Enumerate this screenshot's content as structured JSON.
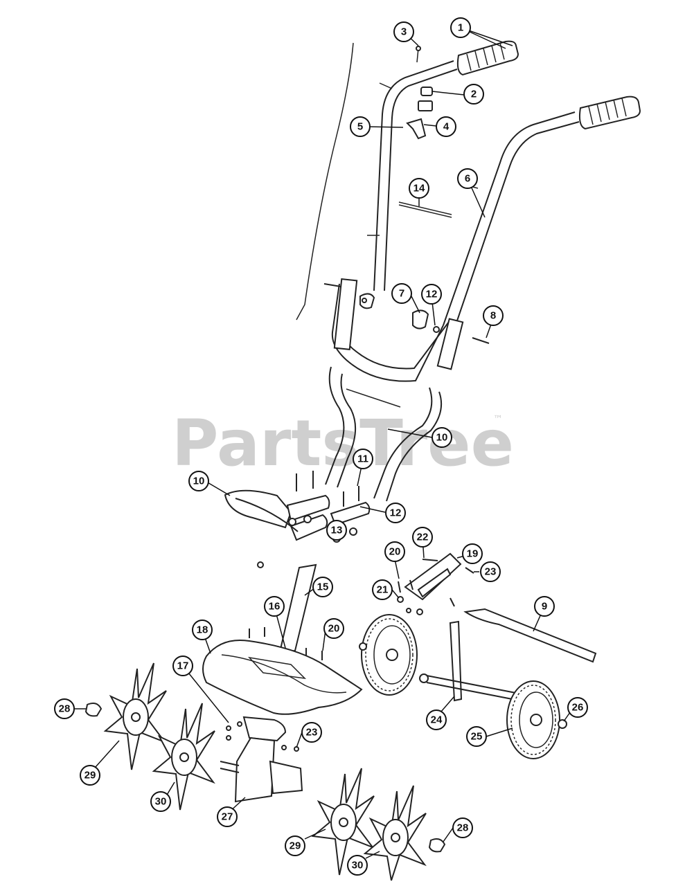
{
  "watermark": {
    "text": "PartsTree",
    "tm": "™"
  },
  "callouts": [
    {
      "id": "c1",
      "label": "1"
    },
    {
      "id": "c2",
      "label": "2"
    },
    {
      "id": "c3",
      "label": "3"
    },
    {
      "id": "c4",
      "label": "4"
    },
    {
      "id": "c5",
      "label": "5"
    },
    {
      "id": "c6",
      "label": "6"
    },
    {
      "id": "c7",
      "label": "7"
    },
    {
      "id": "c8",
      "label": "8"
    },
    {
      "id": "c9",
      "label": "9"
    },
    {
      "id": "c10a",
      "label": "10"
    },
    {
      "id": "c10b",
      "label": "10"
    },
    {
      "id": "c11",
      "label": "11"
    },
    {
      "id": "c12a",
      "label": "12"
    },
    {
      "id": "c12b",
      "label": "12"
    },
    {
      "id": "c13",
      "label": "13"
    },
    {
      "id": "c14",
      "label": "14"
    },
    {
      "id": "c15",
      "label": "15"
    },
    {
      "id": "c16",
      "label": "16"
    },
    {
      "id": "c17",
      "label": "17"
    },
    {
      "id": "c18",
      "label": "18"
    },
    {
      "id": "c19",
      "label": "19"
    },
    {
      "id": "c20a",
      "label": "20"
    },
    {
      "id": "c20b",
      "label": "20"
    },
    {
      "id": "c21",
      "label": "21"
    },
    {
      "id": "c22",
      "label": "22"
    },
    {
      "id": "c23a",
      "label": "23"
    },
    {
      "id": "c23b",
      "label": "23"
    },
    {
      "id": "c24",
      "label": "24"
    },
    {
      "id": "c25",
      "label": "25"
    },
    {
      "id": "c26",
      "label": "26"
    },
    {
      "id": "c27",
      "label": "27"
    },
    {
      "id": "c28a",
      "label": "28"
    },
    {
      "id": "c28b",
      "label": "28"
    },
    {
      "id": "c29a",
      "label": "29"
    },
    {
      "id": "c29b",
      "label": "29"
    },
    {
      "id": "c30a",
      "label": "30"
    },
    {
      "id": "c30b",
      "label": "30"
    }
  ]
}
